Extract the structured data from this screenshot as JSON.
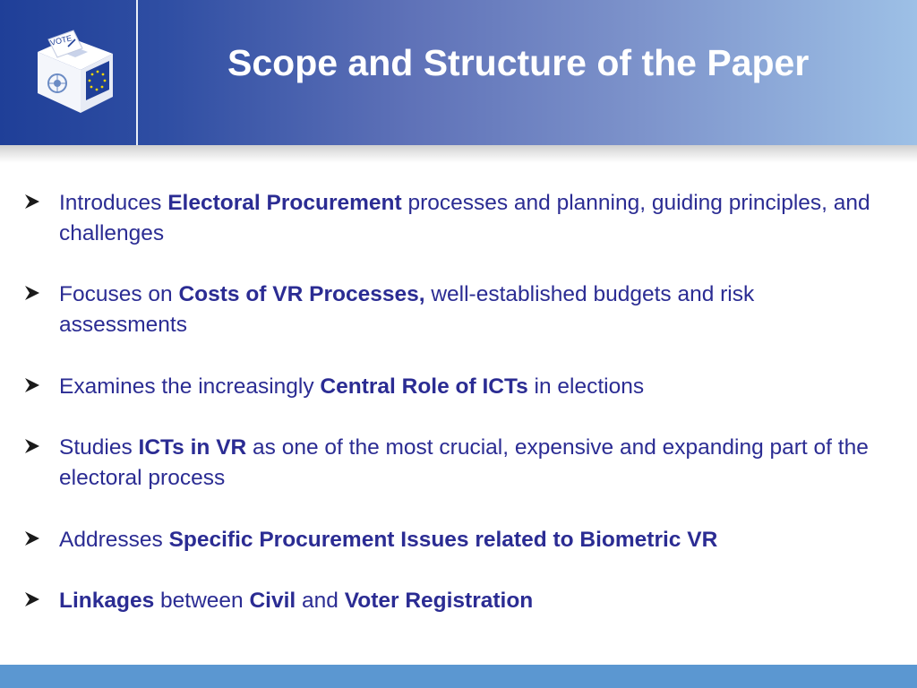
{
  "slide": {
    "title": "Scope and Structure of the Paper",
    "logo_text": "VOTE"
  },
  "bullets": [
    {
      "segments": [
        {
          "text": "Introduces ",
          "bold": false
        },
        {
          "text": "Electoral Procurement",
          "bold": true
        },
        {
          "text": " processes and planning, guiding principles, and challenges",
          "bold": false
        }
      ]
    },
    {
      "segments": [
        {
          "text": "Focuses on ",
          "bold": false
        },
        {
          "text": "Costs of VR Processes,",
          "bold": true
        },
        {
          "text": " well-established budgets and risk assessments",
          "bold": false
        }
      ]
    },
    {
      "segments": [
        {
          "text": "Examines the increasingly ",
          "bold": false
        },
        {
          "text": "Central Role of ICTs",
          "bold": true
        },
        {
          "text": " in elections",
          "bold": false
        }
      ]
    },
    {
      "segments": [
        {
          "text": "Studies ",
          "bold": false
        },
        {
          "text": "ICTs in VR",
          "bold": true
        },
        {
          "text": " as one of the most crucial, expensive and expanding part of the electoral process",
          "bold": false
        }
      ]
    },
    {
      "segments": [
        {
          "text": "Addresses ",
          "bold": false
        },
        {
          "text": "Specific Procurement Issues related to Biometric VR",
          "bold": true
        }
      ]
    },
    {
      "segments": [
        {
          "text": "Linkages",
          "bold": true
        },
        {
          "text": " between ",
          "bold": false
        },
        {
          "text": "Civil",
          "bold": true
        },
        {
          "text": " and ",
          "bold": false
        },
        {
          "text": "Voter Registration",
          "bold": true
        }
      ]
    }
  ],
  "colors": {
    "text": "#2b2c93",
    "bullet_arrow": "#1a1a1a",
    "footer_bar": "#5b97d1",
    "eu_blue": "#1f3f98",
    "eu_star": "#f2d600"
  },
  "icons": {
    "bullet": "arrow-bullet-icon",
    "logo": "ballot-box-logo-icon"
  }
}
